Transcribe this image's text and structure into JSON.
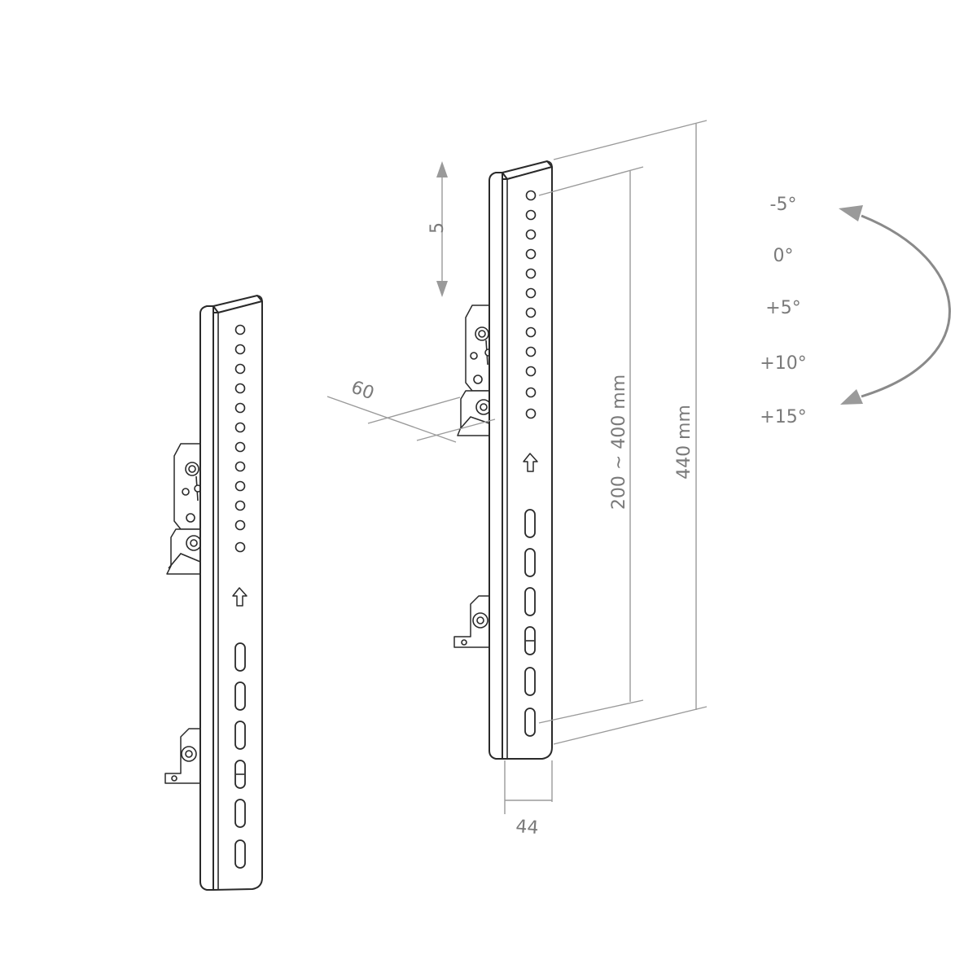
{
  "dimensions": {
    "adjust_label": "5",
    "depth_label": "60",
    "width_label": "44",
    "vesa_range_label": "200 ~ 400 mm",
    "length_label": "440 mm"
  },
  "tilt_angles": [
    "-5°",
    "0°",
    "+5°",
    "+10°",
    "+15°"
  ],
  "colors": {
    "line": "#2a2a2a",
    "dimension": "#9a9a9a",
    "text": "#7a7a7a",
    "background": "#ffffff"
  }
}
